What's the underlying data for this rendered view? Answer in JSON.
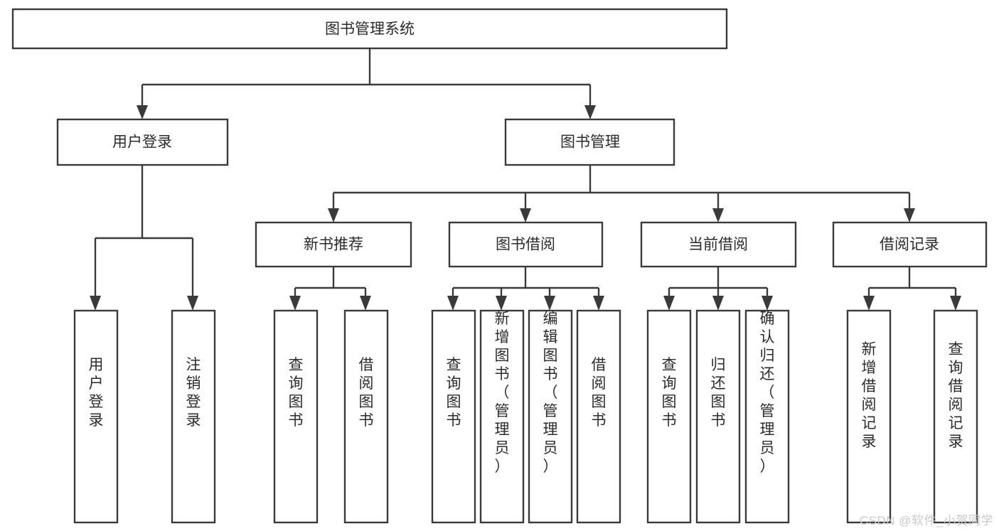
{
  "diagram": {
    "type": "tree-hierarchy-chart",
    "title": "图书管理系统",
    "watermark": "CSDN @软件_小贺同学",
    "colors": {
      "background": "#ffffff",
      "box_fill": "#ffffff",
      "box_stroke": "#3a3a3a",
      "connector": "#3a3a3a",
      "text": "#2b2b2b",
      "watermark": "#c9c9c9"
    },
    "root": {
      "id": "root",
      "label": "图书管理系统",
      "orientation": "horizontal"
    },
    "level1": [
      {
        "id": "user-login",
        "label": "用户登录",
        "orientation": "horizontal"
      },
      {
        "id": "book-management",
        "label": "图书管理",
        "orientation": "horizontal"
      }
    ],
    "level2": [
      {
        "id": "new-book-recommend",
        "label": "新书推荐",
        "parent": "book-management",
        "orientation": "horizontal"
      },
      {
        "id": "book-borrow",
        "label": "图书借阅",
        "parent": "book-management",
        "orientation": "horizontal"
      },
      {
        "id": "current-borrow",
        "label": "当前借阅",
        "parent": "book-management",
        "orientation": "horizontal"
      },
      {
        "id": "borrow-record",
        "label": "借阅记录",
        "parent": "book-management",
        "orientation": "horizontal"
      }
    ],
    "leaves": [
      {
        "id": "leaf-user-login",
        "parent": "user-login",
        "orientation": "vertical",
        "lines": [
          "用户登录"
        ]
      },
      {
        "id": "leaf-user-logout",
        "parent": "user-login",
        "orientation": "vertical",
        "lines": [
          "注销登录"
        ]
      },
      {
        "id": "leaf-query-book-1",
        "parent": "new-book-recommend",
        "orientation": "vertical",
        "lines": [
          "查询图书"
        ]
      },
      {
        "id": "leaf-borrow-book-1",
        "parent": "new-book-recommend",
        "orientation": "vertical",
        "lines": [
          "借阅图书"
        ]
      },
      {
        "id": "leaf-query-book-2",
        "parent": "book-borrow",
        "orientation": "vertical",
        "lines": [
          "查询图书"
        ]
      },
      {
        "id": "leaf-add-book",
        "parent": "book-borrow",
        "orientation": "vertical",
        "lines": [
          "新增图书（管理员）"
        ]
      },
      {
        "id": "leaf-edit-book",
        "parent": "book-borrow",
        "orientation": "vertical",
        "lines": [
          "编辑图书（管理员）"
        ]
      },
      {
        "id": "leaf-borrow-book-2",
        "parent": "book-borrow",
        "orientation": "vertical",
        "lines": [
          "借阅图书"
        ]
      },
      {
        "id": "leaf-query-book-3",
        "parent": "current-borrow",
        "orientation": "vertical",
        "lines": [
          "查询图书"
        ]
      },
      {
        "id": "leaf-return-book",
        "parent": "current-borrow",
        "orientation": "vertical",
        "lines": [
          "归还图书"
        ]
      },
      {
        "id": "leaf-confirm-return",
        "parent": "current-borrow",
        "orientation": "vertical",
        "lines": [
          "确认归还（管理员）"
        ]
      },
      {
        "id": "leaf-add-record",
        "parent": "borrow-record",
        "orientation": "vertical",
        "lines": [
          "新增借阅记录"
        ]
      },
      {
        "id": "leaf-query-record",
        "parent": "borrow-record",
        "orientation": "vertical",
        "lines": [
          "查询借阅记录"
        ]
      }
    ]
  }
}
